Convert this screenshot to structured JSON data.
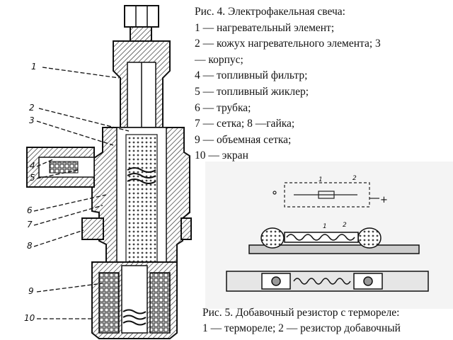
{
  "fig4": {
    "callouts": [
      "1",
      "2",
      "3",
      "4",
      "5",
      "6",
      "7",
      "8",
      "9",
      "10"
    ],
    "caption": [
      "Рис. 4. Электрофакельная свеча:",
      "1 — нагревательный элемент;",
      "2 — кожух нагревательного элемента; 3",
      "— корпус;",
      "4 — топливный фильтр;",
      "5 — топливный жиклер;",
      "6 — трубка;",
      "7 — сетка; 8 —гайка;",
      "9 — объемная сетка;",
      "10 — экран"
    ]
  },
  "fig5": {
    "callouts": [
      "1",
      "2",
      "1",
      "2"
    ],
    "schematic_plus": "+",
    "caption": [
      "Рис. 5.  Добавочный резистор с термореле:",
      "1 — термореле; 2 — резистор добавочный"
    ]
  }
}
